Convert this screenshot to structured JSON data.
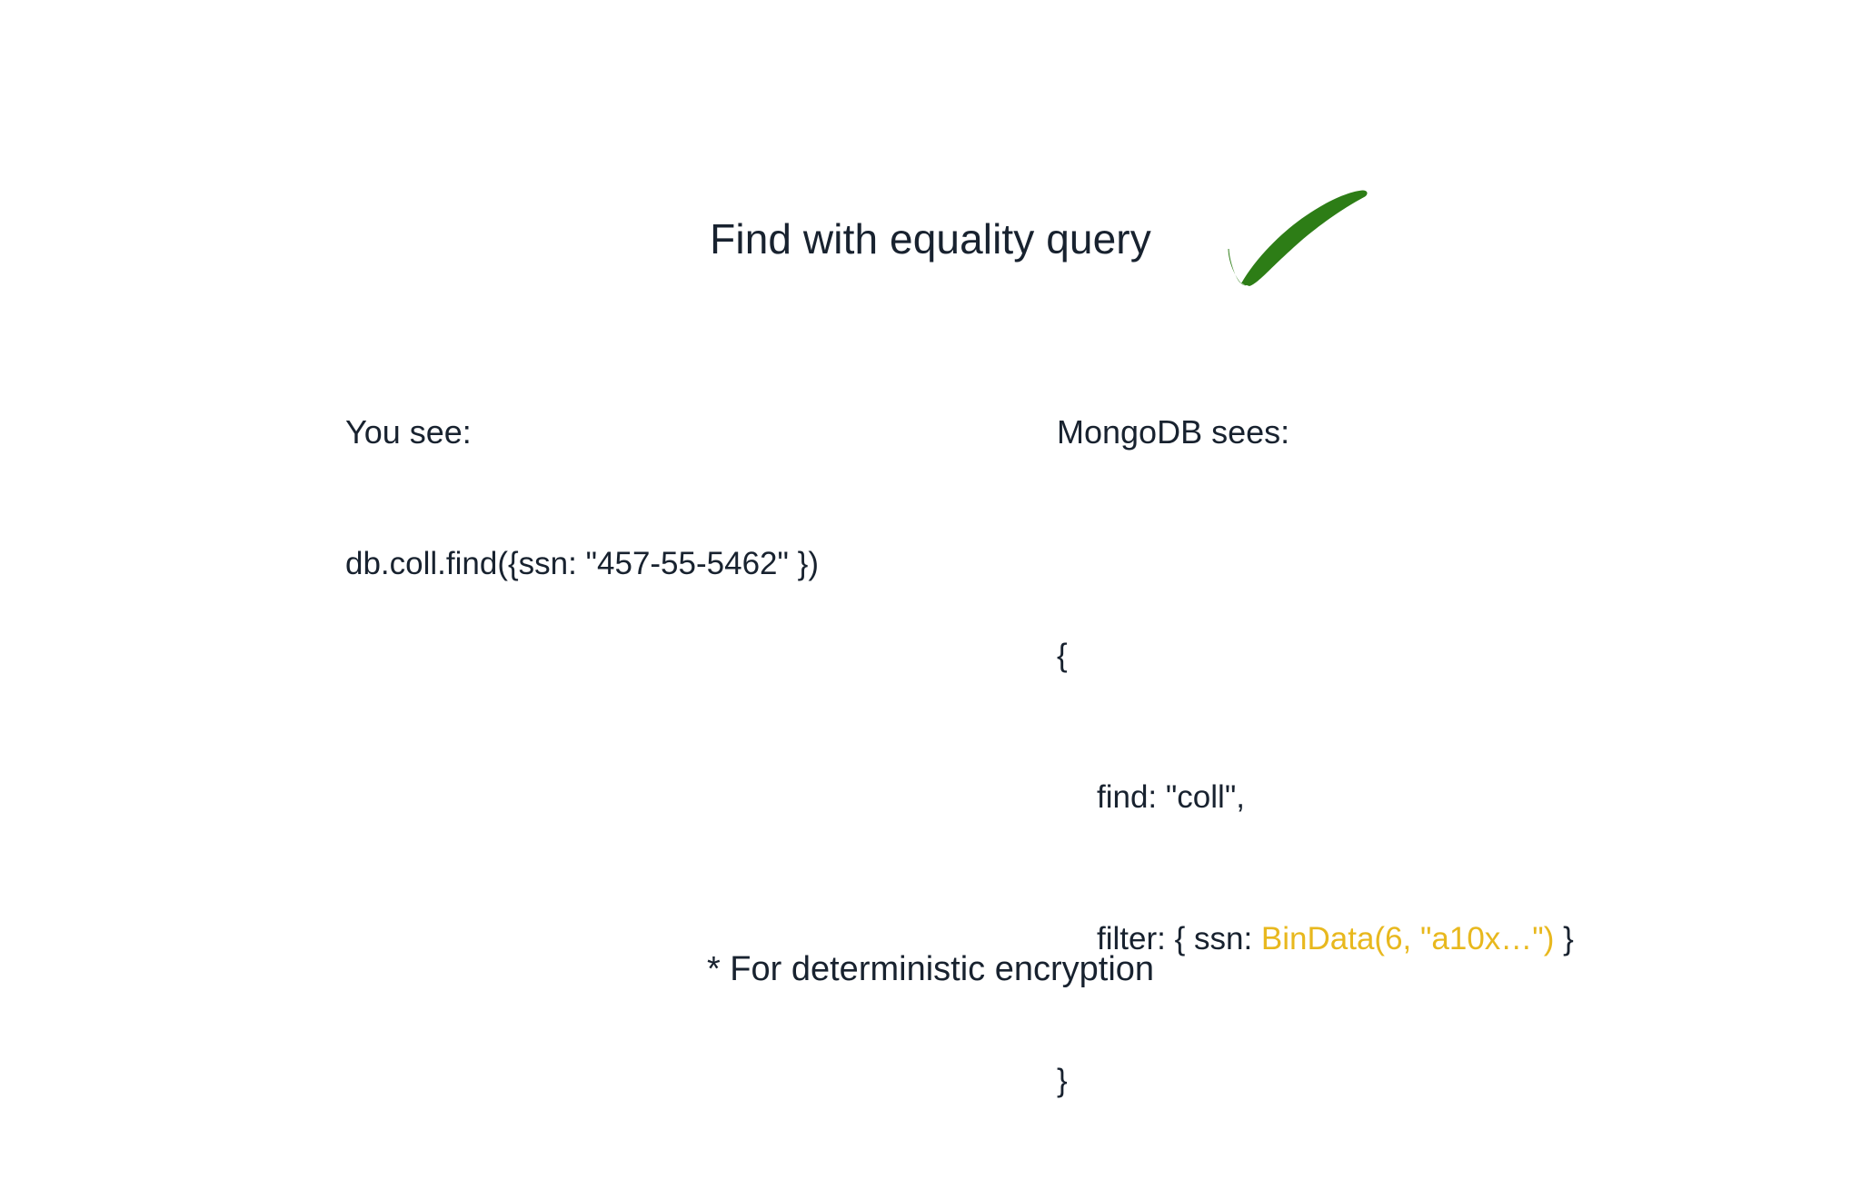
{
  "slide": {
    "title": "Find with equality query",
    "footnote": "* For deterministic encryption",
    "background_color": "#ffffff",
    "text_color": "#18222f"
  },
  "annotation": {
    "icon": "green-checkmark",
    "color": "#2d7d16",
    "style": "hand-drawn"
  },
  "left_column": {
    "heading": "You see:",
    "code": "db.coll.find({ssn: \"457-55-5462\" })"
  },
  "right_column": {
    "heading": "MongoDB sees:",
    "code_lines": {
      "open_brace": "{",
      "find": "find: \"coll\",",
      "filter_prefix": "filter: { ssn: ",
      "filter_bindata": "BinData(6, \"a10x…\")",
      "filter_suffix": " }",
      "close_brace": "}"
    },
    "highlight_color": "#e8b81e"
  }
}
